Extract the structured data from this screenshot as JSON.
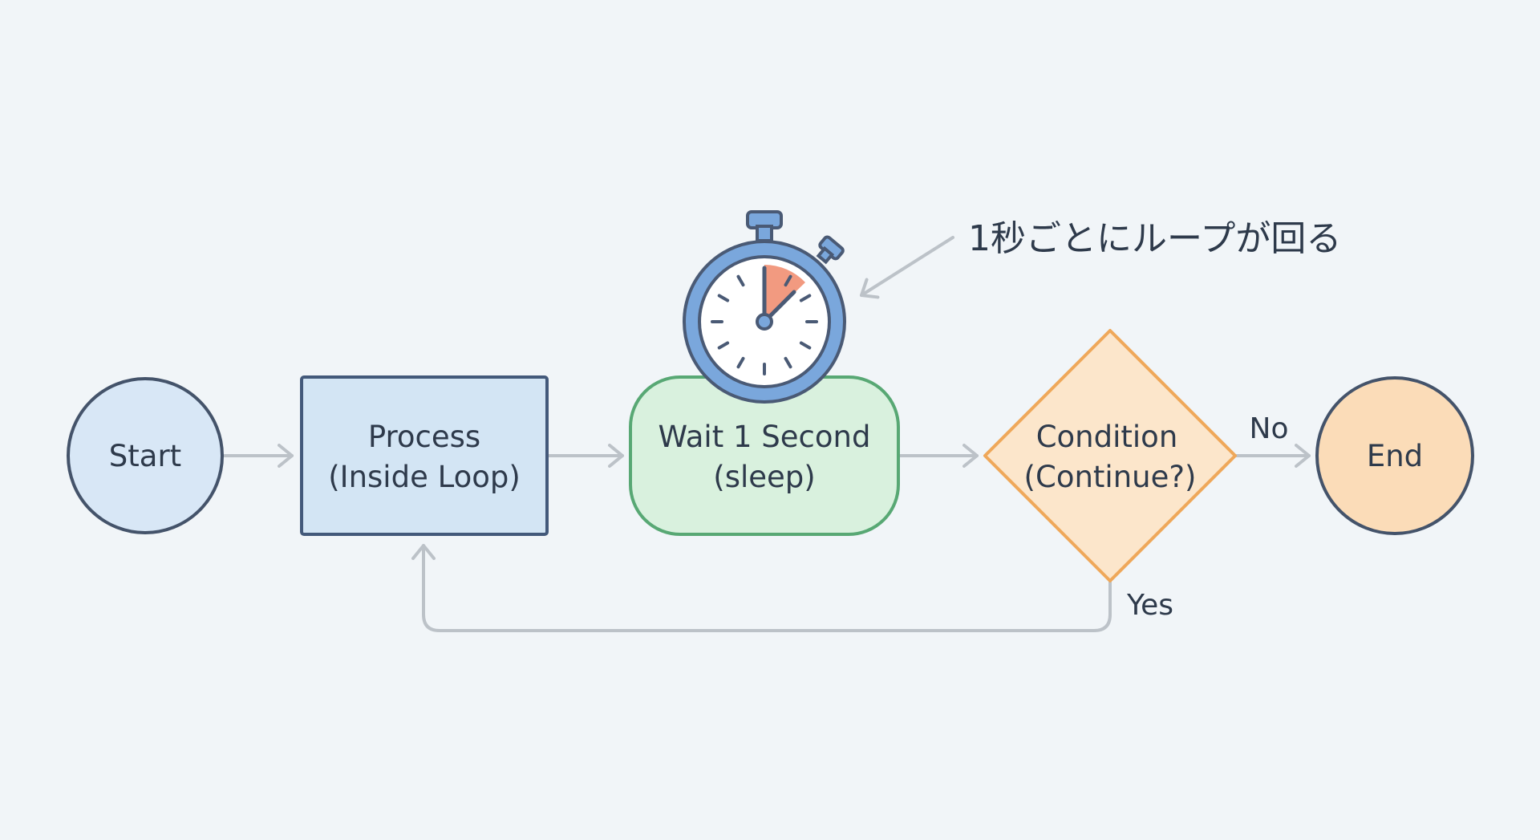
{
  "diagram": {
    "nodes": {
      "start": {
        "label": "Start",
        "fill": "#d8e7f6",
        "stroke": "#44536a"
      },
      "process": {
        "line1": "Process",
        "line2": "(Inside Loop)",
        "fill": "#d3e5f4",
        "stroke": "#43597a"
      },
      "wait": {
        "line1": "Wait 1 Second",
        "line2": "(sleep)",
        "fill": "#d9f1de",
        "stroke": "#58a874"
      },
      "condition": {
        "line1": "Condition",
        "line2": "(Continue?)",
        "fill": "#fce6cb",
        "stroke": "#efa85a"
      },
      "end": {
        "label": "End",
        "fill": "#fbdcb8",
        "stroke": "#44536a"
      }
    },
    "edges": {
      "no_label": "No",
      "yes_label": "Yes",
      "color": "#bcc2c8"
    },
    "annotation": {
      "text": "1秒ごとにループが回る"
    },
    "stopwatch": {
      "ring_color": "#7aa7dc",
      "outline_color": "#4a5a75",
      "highlight_color": "#f29a80"
    }
  }
}
